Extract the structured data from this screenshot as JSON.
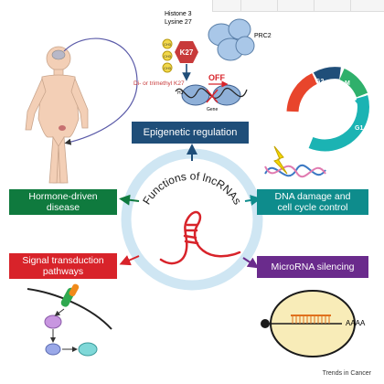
{
  "center": {
    "title": "Functions of lncRNAs"
  },
  "epigenetic": {
    "label": "Epigenetic regulation",
    "histone_line1": "Histone 3",
    "histone_line2": "Lysine 27",
    "prc2": "PRC2",
    "k27": "K27",
    "methyl_note": "Di- or trimethyl K27",
    "off": "OFF",
    "h3": "H3",
    "gene": "Gene",
    "ch3": "CH3"
  },
  "hormone": {
    "label_line1": "Hormone-driven",
    "label_line2": "disease"
  },
  "dna_damage": {
    "label_line1": "DNA damage and",
    "label_line2": "cell cycle control",
    "phases": [
      "G2",
      "M",
      "S",
      "G1"
    ]
  },
  "signal": {
    "label_line1": "Signal transduction",
    "label_line2": "pathways"
  },
  "microrna": {
    "label": "MicroRNA silencing",
    "polya": "AAAA"
  },
  "credit": "Trends in Cancer",
  "colors": {
    "epigenetic": "#1f4e79",
    "hormone": "#0f7a3e",
    "dna": "#0e8c8c",
    "signal": "#d8232a",
    "microrna": "#6a2b8c",
    "ring": "#cfe6f3",
    "rna": "#d8232a"
  }
}
